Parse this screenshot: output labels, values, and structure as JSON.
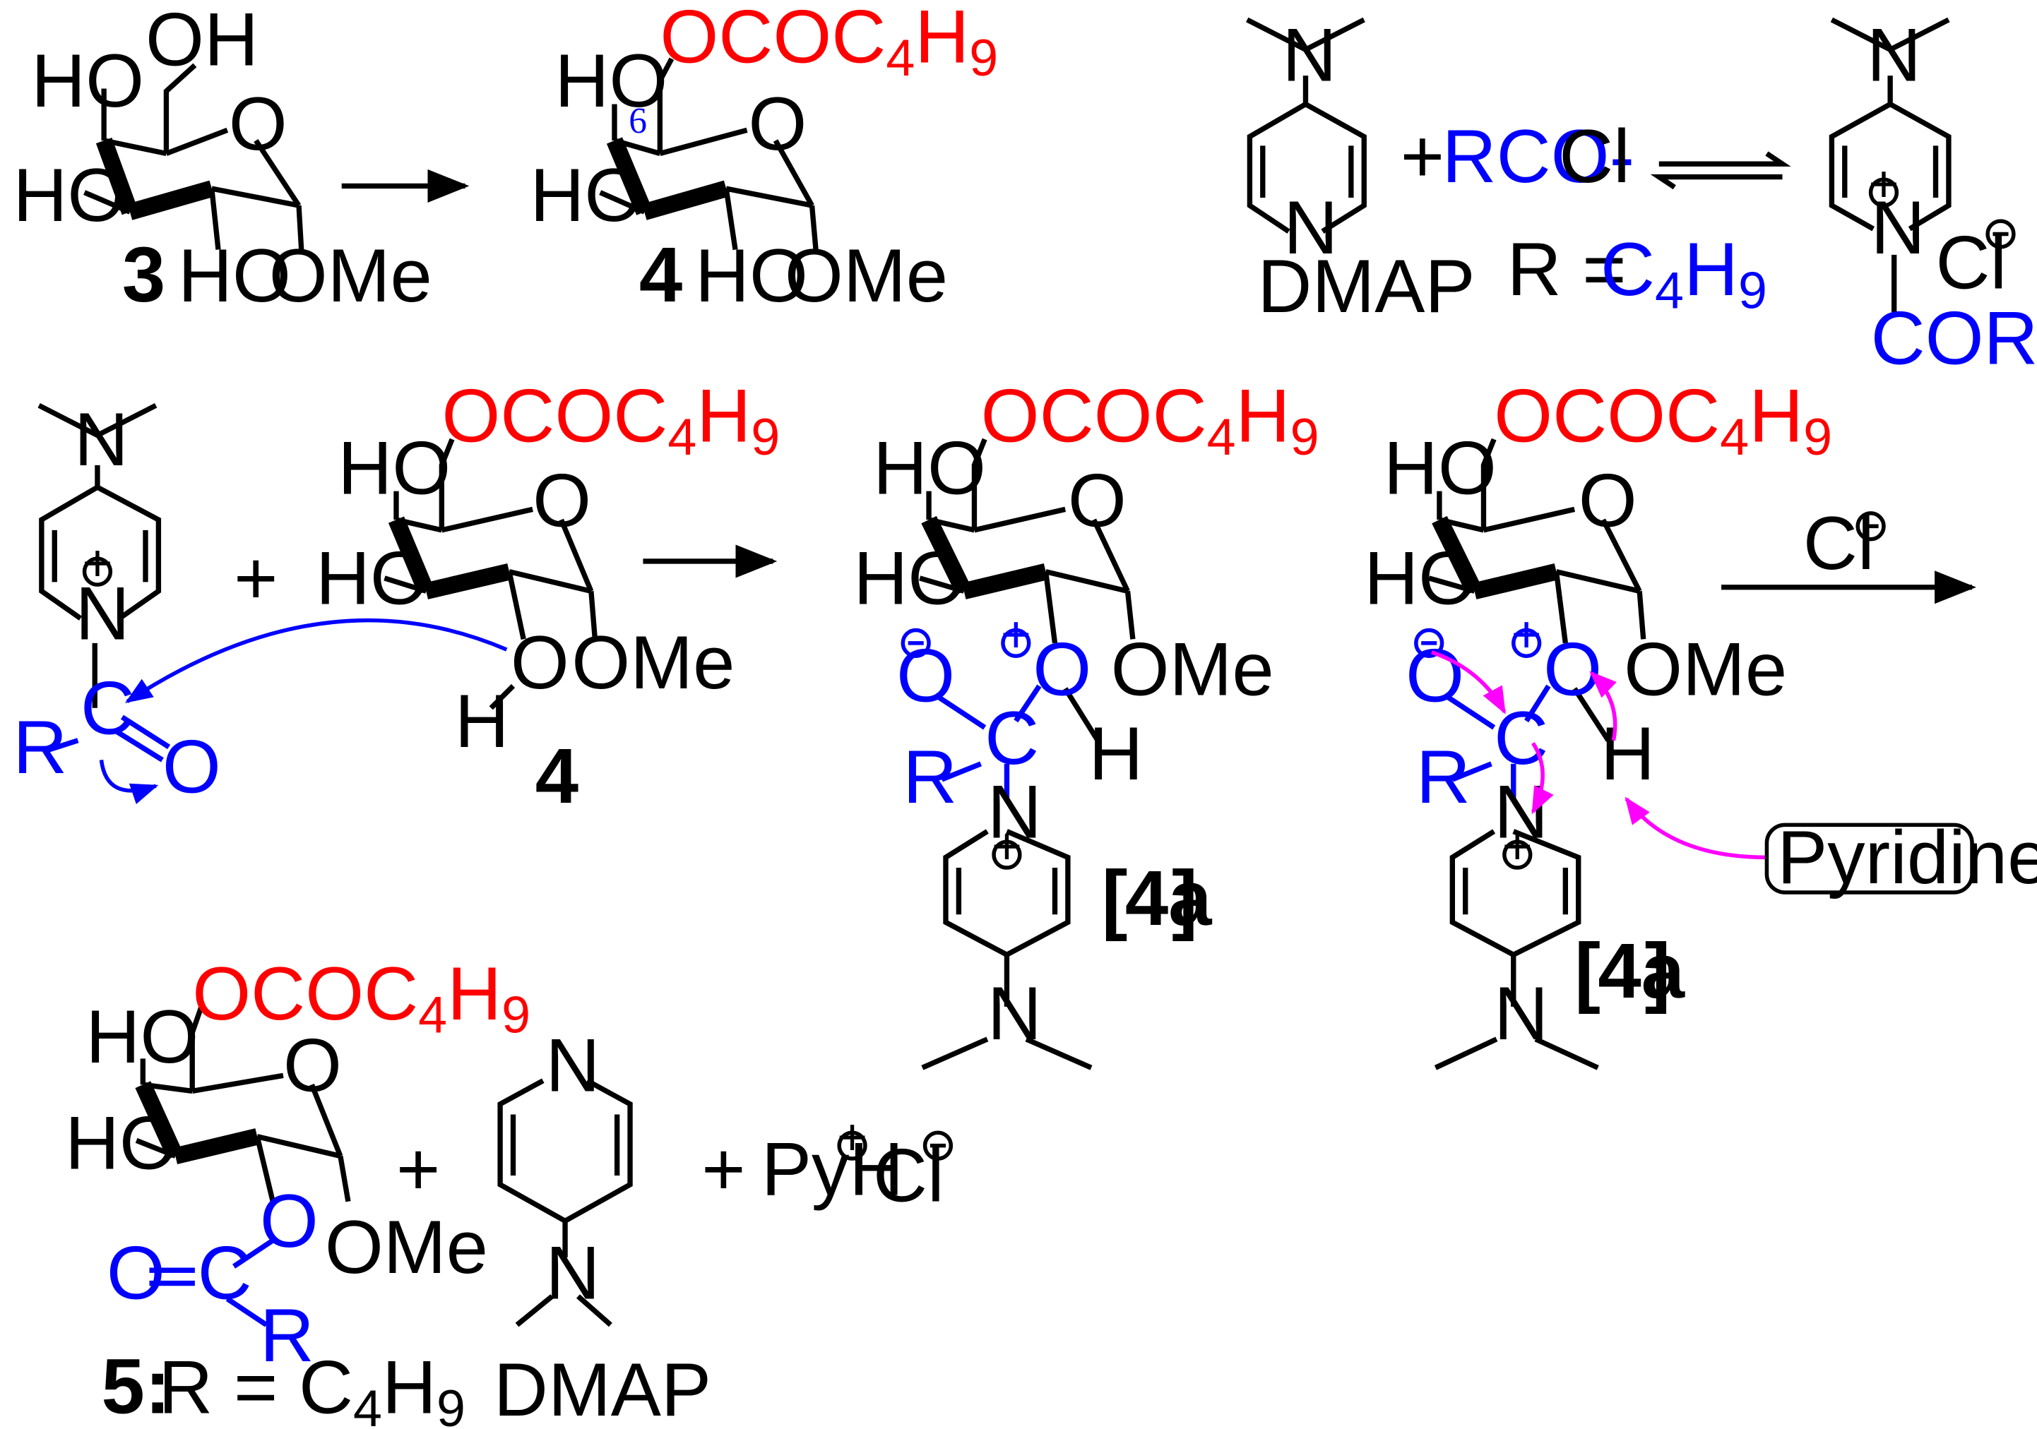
{
  "labels": {
    "ho": "HO",
    "oh": "OH",
    "o": "O",
    "ome": "OMe",
    "h": "H",
    "n": "N",
    "c": "C",
    "r": "R",
    "cl": "Cl",
    "plus": "+",
    "minus": "−",
    "ococ4h9": "OCOC4H9",
    "six": "6"
  },
  "compounds": {
    "c3": "3",
    "c4": "4",
    "c4a": "4a",
    "c5": "5:",
    "bracket_open": "[",
    "bracket_close": "]"
  },
  "reagents": {
    "dmap": "DMAP",
    "rcocl_prefix": "+ ",
    "rco": "RCO-",
    "cl": "Cl",
    "r_eq": "R = ",
    "c4h9": "C4H9",
    "cor": "COR",
    "pyridine": "Pyridine",
    "pyh": "PyH",
    "r_eq_spaced": " R = C4H9"
  },
  "colors": {
    "acyl_blue": "#0000ff",
    "ester_red": "#ff0000",
    "arrow_magenta": "#ff00ff",
    "bond_black": "#000000"
  }
}
